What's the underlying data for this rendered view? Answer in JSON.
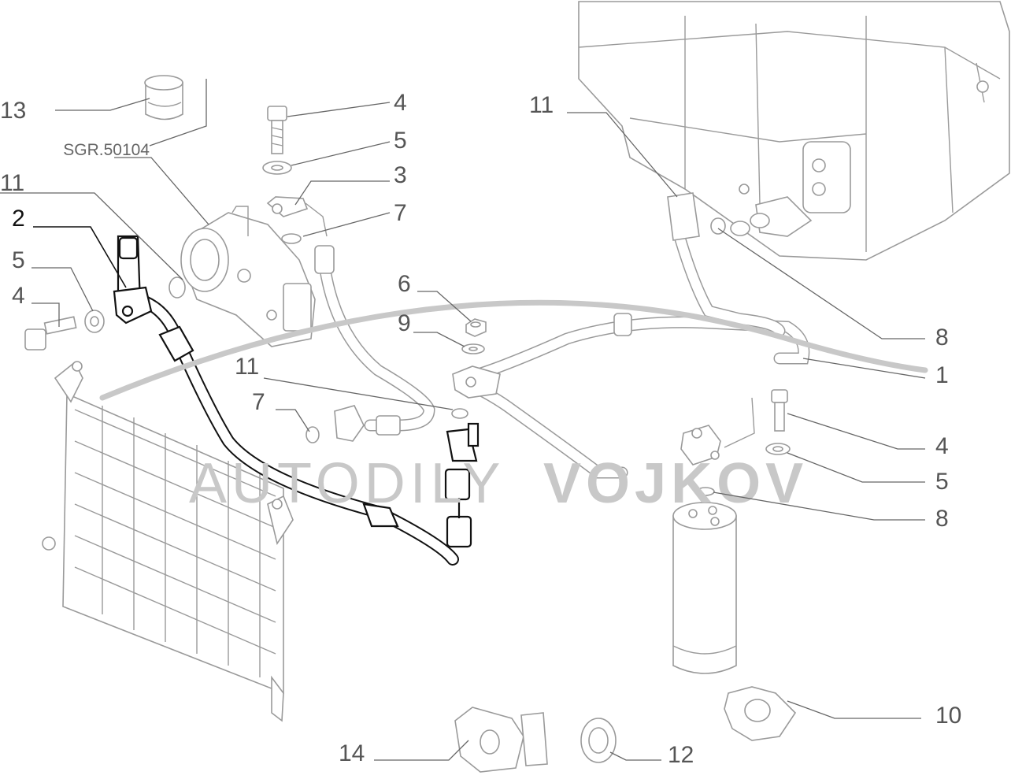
{
  "watermark": {
    "part1": "AUTODILY",
    "part2": "VOJKOV",
    "color": "#c8c8c8"
  },
  "code_label": "SGR.50104",
  "callouts": [
    {
      "id": "c13",
      "text": "13"
    },
    {
      "id": "c11a",
      "text": "11"
    },
    {
      "id": "c2",
      "text": "2",
      "highlight": true
    },
    {
      "id": "c5a",
      "text": "5"
    },
    {
      "id": "c4a",
      "text": "4"
    },
    {
      "id": "c4b",
      "text": "4"
    },
    {
      "id": "c5b",
      "text": "5"
    },
    {
      "id": "c3",
      "text": "3"
    },
    {
      "id": "c7a",
      "text": "7"
    },
    {
      "id": "c6",
      "text": "6"
    },
    {
      "id": "c9",
      "text": "9"
    },
    {
      "id": "c11b",
      "text": "11"
    },
    {
      "id": "c7b",
      "text": "7"
    },
    {
      "id": "c11c",
      "text": "11"
    },
    {
      "id": "c8a",
      "text": "8"
    },
    {
      "id": "c1",
      "text": "1"
    },
    {
      "id": "c4c",
      "text": "4"
    },
    {
      "id": "c5c",
      "text": "5"
    },
    {
      "id": "c8b",
      "text": "8"
    },
    {
      "id": "c10",
      "text": "10"
    },
    {
      "id": "c14",
      "text": "14"
    },
    {
      "id": "c12",
      "text": "12"
    }
  ]
}
